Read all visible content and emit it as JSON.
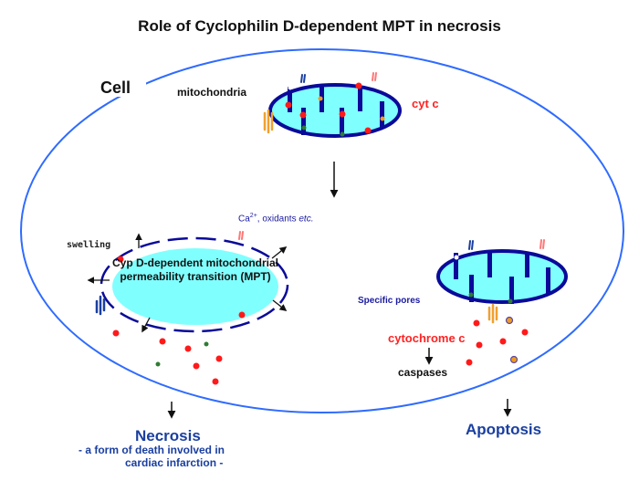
{
  "title": "Role of Cyclophilin D-dependent MPT in necrosis",
  "labels": {
    "cell": "Cell",
    "mitochondria": "mitochondria",
    "cyt_c": "cyt c",
    "ca_prefix": "Ca",
    "ca_superscript": "2+",
    "ca_suffix": ", oxidants ",
    "ca_etc": "etc.",
    "swelling": "swelling",
    "mpt": "Cyp D-dependent mitochondrial permeability transition (MPT)",
    "specific_pores": "Specific pores",
    "cytochrome_c": "cytochrome c",
    "caspases": "caspases",
    "necrosis": "Necrosis",
    "necrosis_desc_line1": "- a form of death involved in",
    "necrosis_desc_line2": "cardiac infarction -",
    "apoptosis": "Apoptosis"
  },
  "colors": {
    "cell_outline": "#2f6bff",
    "mito_fill": "#80ffff",
    "mito_membrane": "#0a0a99",
    "cyt_c": "#ff1a1a",
    "green_dot": "#2e7d32",
    "orange_dot": "#f09a20",
    "arrow": "#111111",
    "pathway_text": "#1a3fa0"
  },
  "pathways": [
    {
      "name": "necrosis",
      "via": "Cyp D-dependent mitochondrial permeability transition (MPT)",
      "features": [
        "swelling",
        "cytochrome c release",
        "Ca2+, oxidants etc."
      ]
    },
    {
      "name": "apoptosis",
      "via": "Specific pores",
      "features": [
        "cytochrome c",
        "caspases"
      ]
    }
  ]
}
